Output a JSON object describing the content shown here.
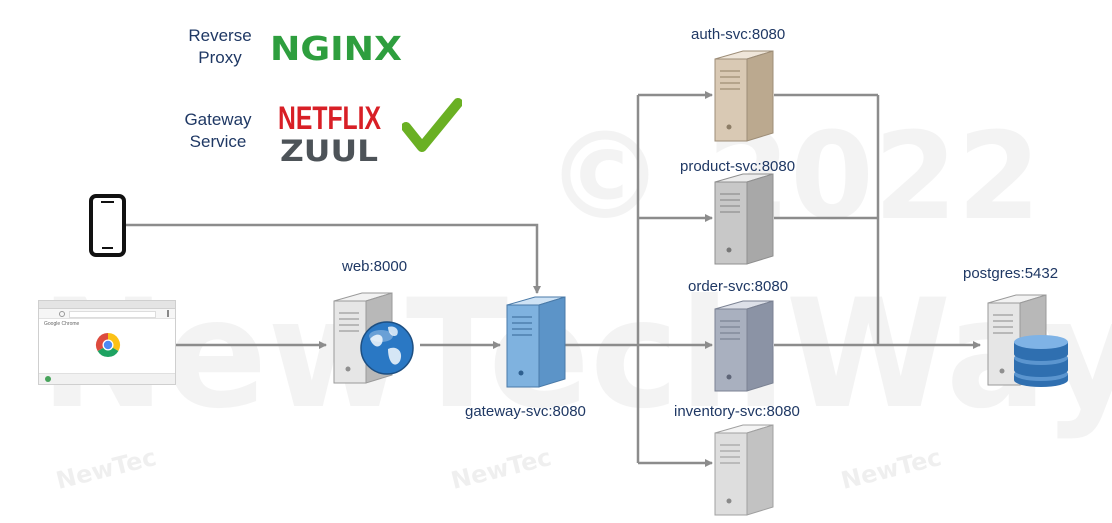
{
  "watermark": {
    "copyright": "© 2022",
    "brand": "NewTechWays",
    "small": "NewTec"
  },
  "legend": {
    "reverse_proxy_label": "Reverse\nProxy",
    "nginx_logo_text": "NGINX",
    "gateway_service_label": "Gateway\nService",
    "netflix_logo_text": "NETFLIX",
    "zuul_logo_text": "ZUUL"
  },
  "browser": {
    "brand_text": "Google Chrome"
  },
  "nodes": {
    "web": "web:8000",
    "gateway": "gateway-svc:8080",
    "auth": "auth-svc:8080",
    "product": "product-svc:8080",
    "order": "order-svc:8080",
    "inventory": "inventory-svc:8080",
    "postgres": "postgres:5432"
  },
  "colors": {
    "nginx_green": "#2e9e3e",
    "netflix_red": "#d81f26",
    "zuul_gray": "#4d5358",
    "check_green": "#6ab023",
    "label_navy": "#1f3864",
    "connector_gray": "#8c8c8c",
    "auth_server": "#d9c9b4",
    "product_server": "#c8c8c8",
    "order_server": "#a9b0bf",
    "inventory_server": "#dedede",
    "gateway_server": "#7fb2df",
    "db_blue": "#2f6fb0"
  }
}
